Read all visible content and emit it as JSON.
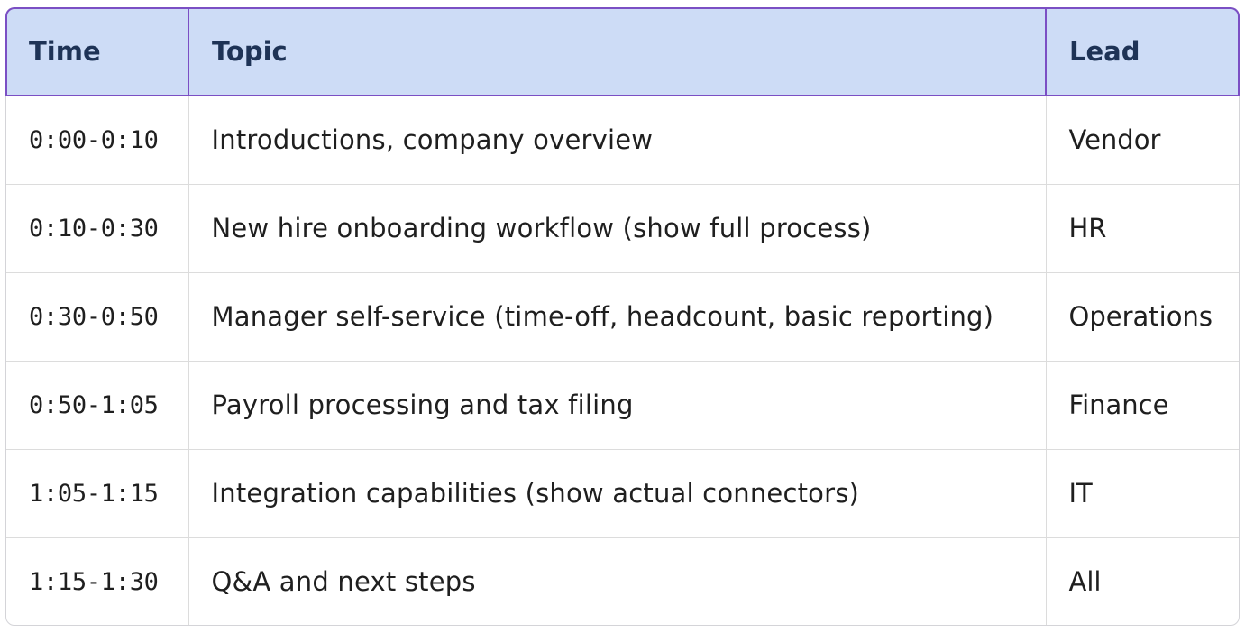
{
  "table": {
    "columns": [
      "Time",
      "Topic",
      "Lead"
    ],
    "rows": [
      {
        "time": "0:00-0:10",
        "topic": "Introductions, company overview",
        "lead": "Vendor"
      },
      {
        "time": "0:10-0:30",
        "topic": "New hire onboarding workflow (show full process)",
        "lead": "HR"
      },
      {
        "time": "0:30-0:50",
        "topic": "Manager self-service (time-off, headcount, basic reporting)",
        "lead": "Operations"
      },
      {
        "time": "0:50-1:05",
        "topic": "Payroll processing and tax filing",
        "lead": "Finance"
      },
      {
        "time": "1:05-1:15",
        "topic": "Integration capabilities (show actual connectors)",
        "lead": "IT"
      },
      {
        "time": "1:15-1:30",
        "topic": "Q&A and next steps",
        "lead": "All"
      }
    ]
  },
  "colors": {
    "header_background": "#cddcf6",
    "header_text": "#1e3356",
    "header_border": "#7b4fc4",
    "cell_border": "#dcdcdc"
  }
}
